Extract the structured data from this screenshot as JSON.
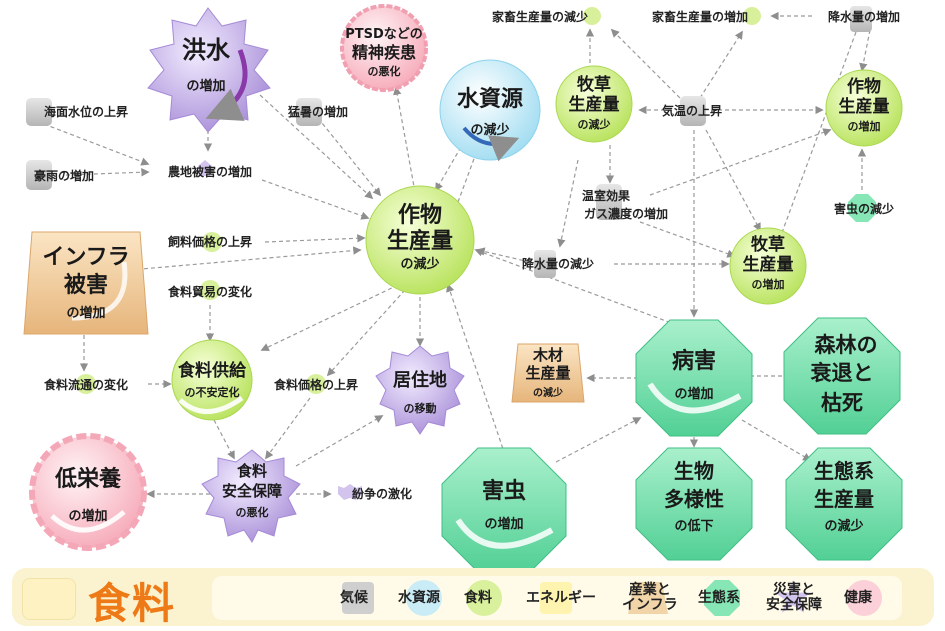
{
  "legend": {
    "title": "食料",
    "items": [
      {
        "label": "気候",
        "color": "#cfcfcf",
        "shape": "square"
      },
      {
        "label": "水資源",
        "color": "#c9ecf7",
        "shape": "circle"
      },
      {
        "label": "食料",
        "color": "#d9f09c",
        "shape": "circle"
      },
      {
        "label": "エネルギー",
        "color": "#fff3b0",
        "shape": "square"
      },
      {
        "label": "産業と\nインフラ",
        "color": "#f1d4a8",
        "shape": "trapezoid"
      },
      {
        "label": "生態系",
        "color": "#86e6b5",
        "shape": "octagon"
      },
      {
        "label": "災害と\n安全保障",
        "color": "#d3c4ee",
        "shape": "star"
      },
      {
        "label": "健康",
        "color": "#fbd0d8",
        "shape": "flower"
      }
    ]
  },
  "nodes": {
    "flood": {
      "main": "洪水",
      "sub": "の増加"
    },
    "ptsd": {
      "line1": "PTSDなどの",
      "line2": "精神疾患",
      "line3": "の悪化"
    },
    "water_resources": {
      "main": "水資源",
      "sub": "の減少"
    },
    "livestock_decrease": "家畜生産量の減少",
    "livestock_increase": "家畜生産量の増加",
    "precip_increase": "降水量の増加",
    "pasture_decrease": {
      "line1": "牧草",
      "line2": "生産量",
      "line3": "の減少"
    },
    "temperature_rise": "気温の上昇",
    "crop_increase": {
      "line1": "作物",
      "line2": "生産量",
      "line3": "の増加"
    },
    "sea_level": "海面水位の上昇",
    "heat_increase": "猛暑の増加",
    "heavy_rain": "豪雨の増加",
    "farm_damage": "農地被害の増加",
    "ghg": {
      "line1": "温室効果",
      "line2": "ガス濃度の増加"
    },
    "pest_decrease": "害虫の減少",
    "crop_decrease": {
      "line1": "作物",
      "line2": "生産量",
      "line3": "の減少"
    },
    "feed_price": "飼料価格の上昇",
    "infra_damage": {
      "line1": "インフラ",
      "line2": "被害",
      "line3": "の増加"
    },
    "food_trade": "食料貿易の変化",
    "precip_decrease": "降水量の減少",
    "pasture_increase": {
      "line1": "牧草",
      "line2": "生産量",
      "line3": "の増加"
    },
    "timber": {
      "line1": "木材",
      "line2": "生産量",
      "line3": "の減少"
    },
    "disease": {
      "main": "病害",
      "sub": "の増加"
    },
    "forest": {
      "line1": "森林の",
      "line2": "衰退と",
      "line3": "枯死"
    },
    "food_distribution": "食料流通の変化",
    "food_supply": {
      "main": "食料供給",
      "sub": "の不安定化"
    },
    "food_price": "食料価格の上昇",
    "residence": {
      "main": "居住地",
      "sub": "の移動"
    },
    "malnutrition": {
      "main": "低栄養",
      "sub": "の増加"
    },
    "food_security": {
      "line1": "食料",
      "line2": "安全保障",
      "line3": "の悪化"
    },
    "conflict": "紛争の激化",
    "pest_increase": {
      "main": "害虫",
      "sub": "の増加"
    },
    "biodiversity": {
      "line1": "生物",
      "line2": "多様性",
      "line3": "の低下"
    },
    "ecosystem": {
      "line1": "生態系",
      "line2": "生産量",
      "line3": "の減少"
    }
  }
}
